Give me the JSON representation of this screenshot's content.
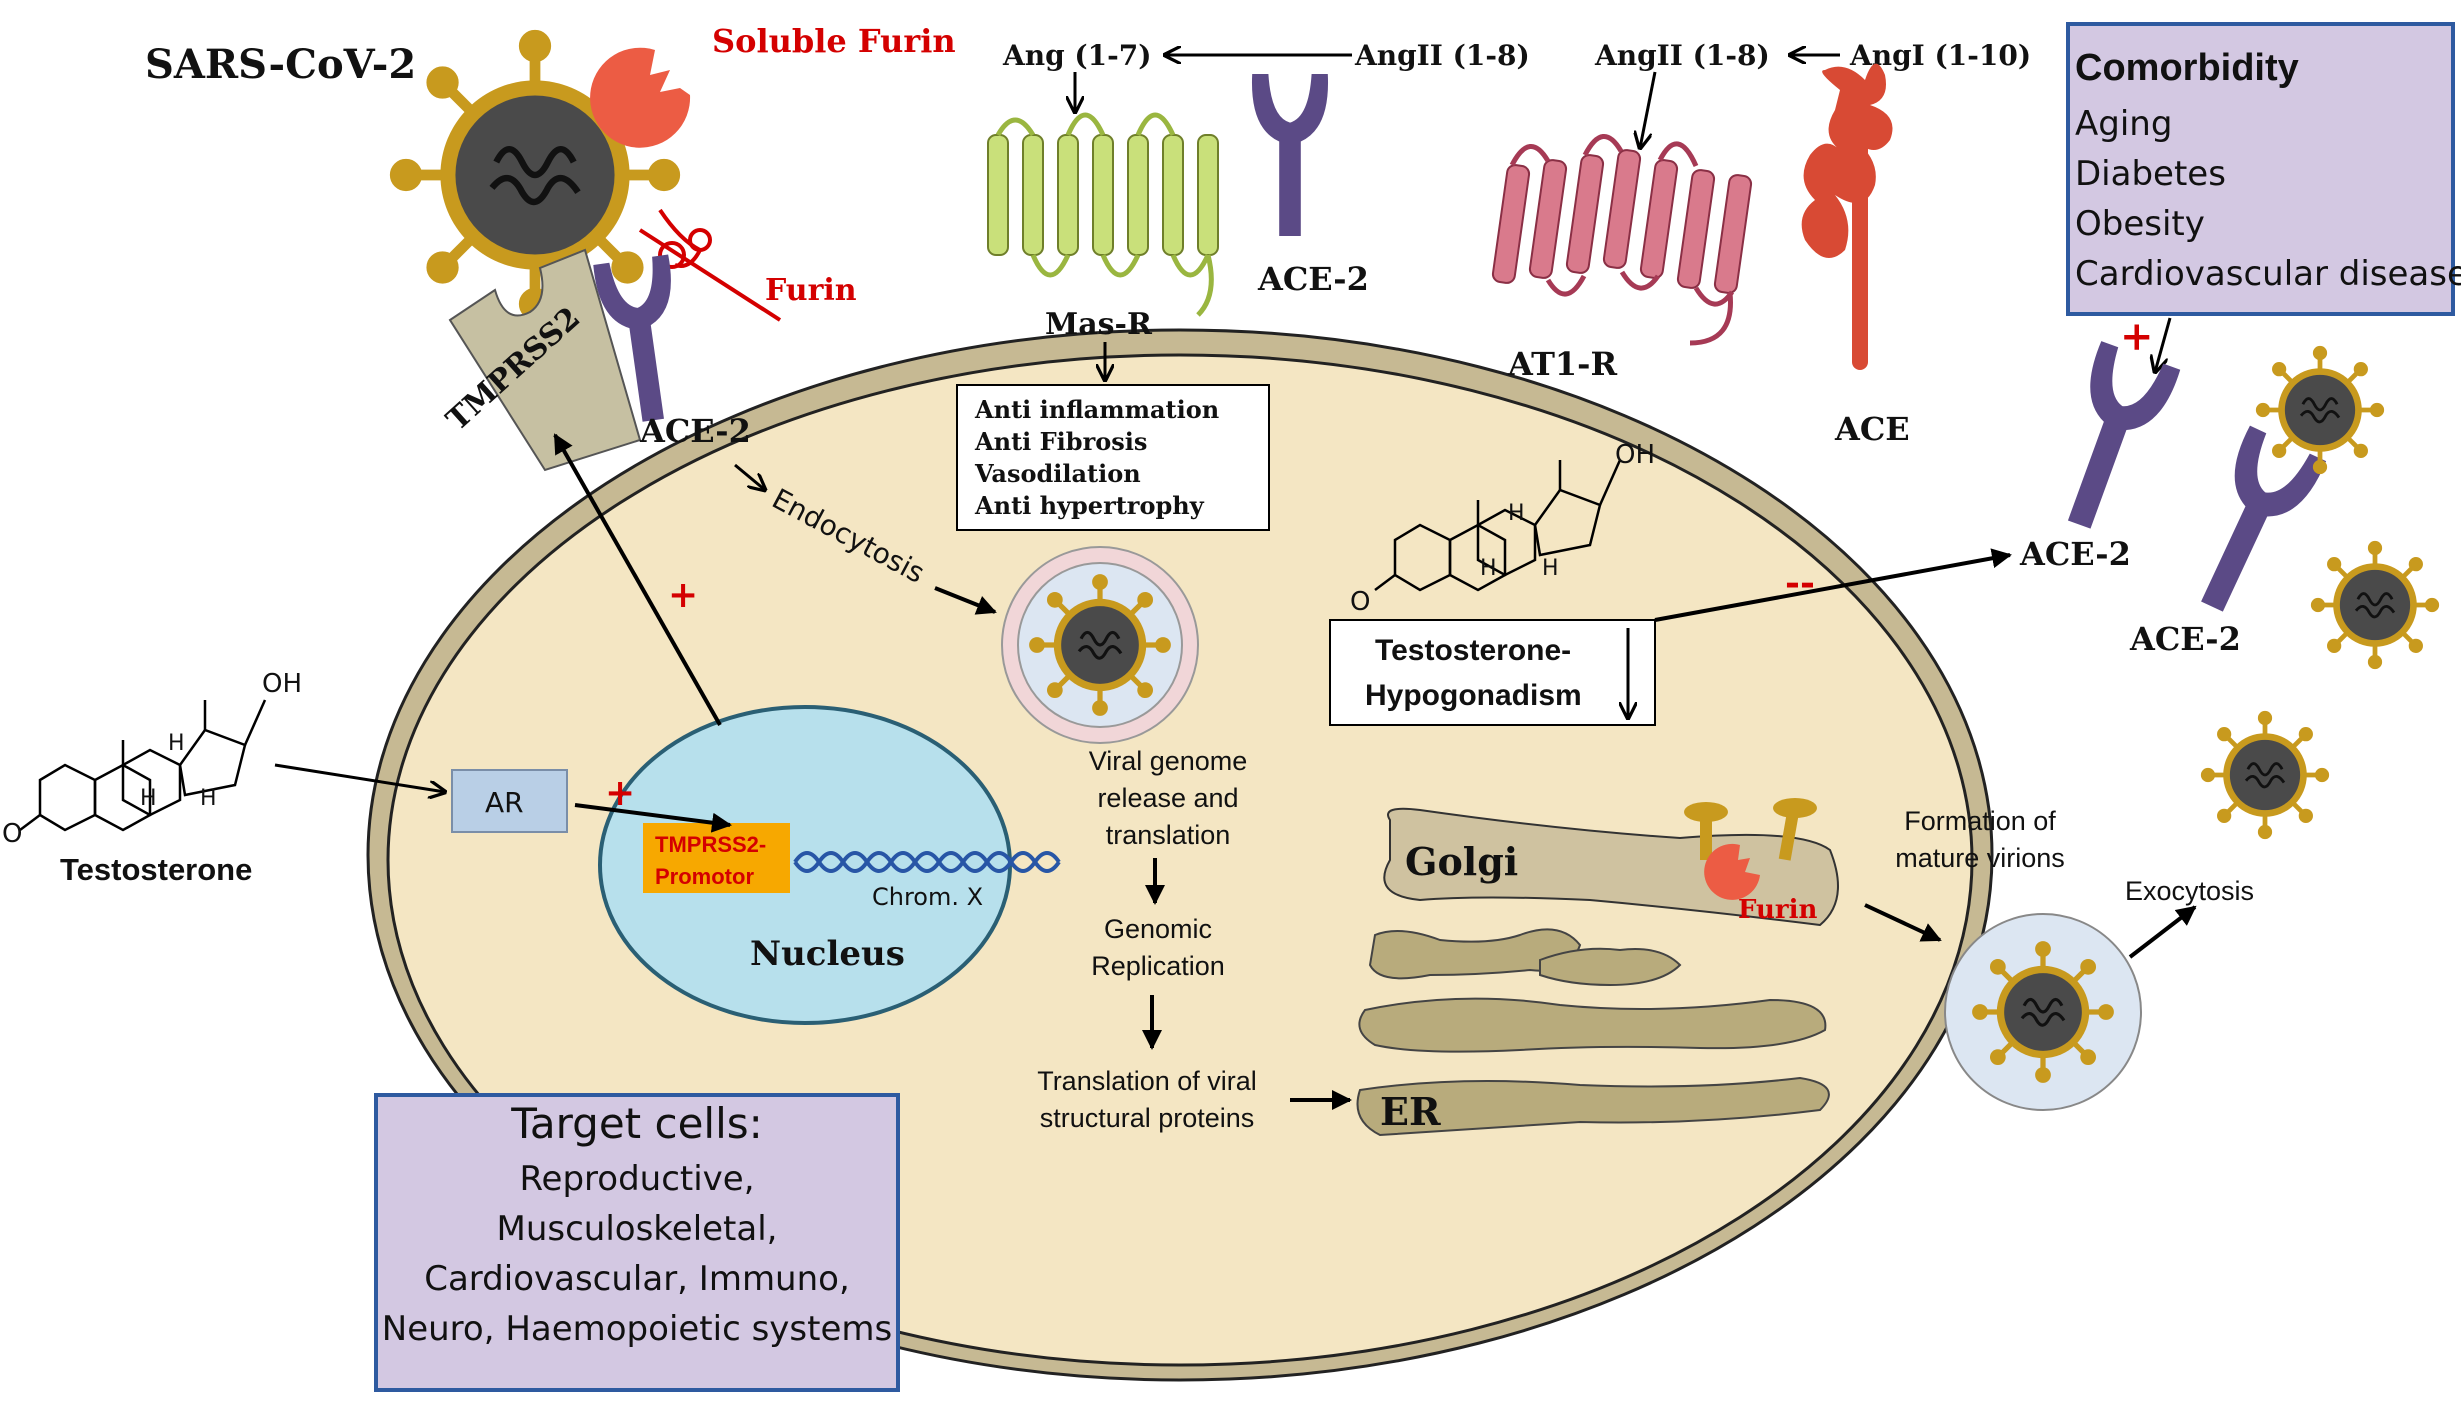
{
  "virus": {
    "title": "SARS-CoV-2"
  },
  "furin": {
    "soluble": "Soluble Furin",
    "membrane": "Furin",
    "golgi": "Furin"
  },
  "receptors": {
    "tmprss2": "TMPRSS2",
    "ace2_entry": "ACE-2",
    "ace2_top": "ACE-2",
    "mas_r": "Mas-R",
    "at1_r": "AT1-R",
    "ace": "ACE",
    "ace2_right_a": "ACE-2",
    "ace2_right_b": "ACE-2"
  },
  "ras_pathway": {
    "ang17": "Ang (1-7)",
    "angii_left": "AngII (1-8)",
    "angii_right": "AngII (1-8)",
    "angi": "AngI (1-10)"
  },
  "mas_effects": [
    "Anti inflammation",
    "Anti Fibrosis",
    "Vasodilation",
    "Anti hypertrophy"
  ],
  "comorbidity": {
    "title": "Comorbidity",
    "items": [
      "Aging",
      "Diabetes",
      "Obesity",
      "Cardiovascular disease"
    ]
  },
  "signs": {
    "plus": "+",
    "minus": "--"
  },
  "steroid_atoms": {
    "oh": "OH",
    "o": "O",
    "h": "H"
  },
  "testosterone": {
    "label": "Testosterone"
  },
  "hypogonadism": {
    "line1": "Testosterone-",
    "line2": "Hypogonadism"
  },
  "nucleus": {
    "ar": "AR",
    "promoter_line1": "TMPRSS2-",
    "promoter_line2": "Promotor",
    "chrom": "Chrom. X",
    "label": "Nucleus"
  },
  "steps": {
    "endocytosis": "Endocytosis",
    "viral_genome": [
      "Viral genome",
      "release and",
      "translation"
    ],
    "genomic": [
      "Genomic",
      "Replication"
    ],
    "translation": [
      "Translation of viral",
      "structural proteins"
    ],
    "formation": [
      "Formation of",
      "mature virions"
    ],
    "exocytosis": "Exocytosis"
  },
  "organelles": {
    "golgi": "Golgi",
    "er": "ER"
  },
  "target_cells": {
    "title": "Target cells:",
    "lines": [
      "Reproductive,",
      "Musculoskeletal,",
      "Cardiovascular, Immuno,",
      "Neuro, Haemopoietic systems"
    ]
  },
  "colors": {
    "cell_fill": "#f4e6c3",
    "virus_spike": "#c89a1e",
    "virus_core": "#4a4a4a",
    "ace2": "#5b4a86",
    "furin": "#ec5c44",
    "mas_r": "#c9e07a",
    "at1_r": "#d97a8c",
    "ace": "#d84a34",
    "nucleus": "#b7e0ec",
    "promoter": "#f7a800",
    "golgi": "#cfc2a0",
    "er": "#b8ab7c",
    "box_purple": "#d3c8e2"
  }
}
